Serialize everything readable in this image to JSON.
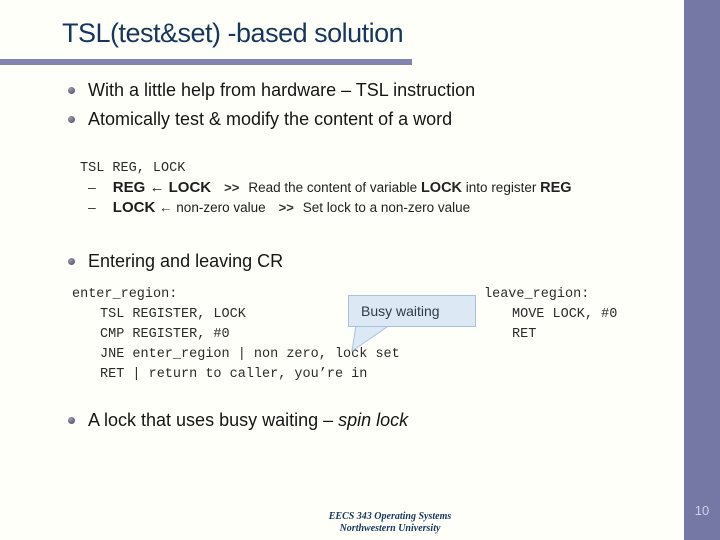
{
  "slide": {
    "title": "TSL(test&set) -based solution",
    "bullets": {
      "b1": "With a little help from hardware – TSL instruction",
      "b2": "Atomically test & modify the content of a word",
      "cr_heading": "Entering and leaving CR",
      "spin_prefix": "A lock that uses busy waiting – ",
      "spin_italic": "spin lock"
    },
    "tsl_block": {
      "instruction": "TSL REG, LOCK",
      "line1": {
        "dash": "–",
        "lhs": "REG ← LOCK",
        "marker": ">>",
        "d1": "Read the content of variable ",
        "d2": "LOCK",
        "d3": " into register ",
        "d4": "REG"
      },
      "line2": {
        "dash": "–",
        "lhs_bold": "LOCK",
        "lhs_rest": " ← non-zero value",
        "marker": ">>",
        "desc": "Set lock to a non-zero value"
      }
    },
    "enter_region": {
      "label": "enter_region:",
      "lines": [
        "TSL REGISTER, LOCK",
        "CMP REGISTER, #0",
        "JNE enter_region | non zero, lock set",
        "RET | return to caller, you’re in"
      ]
    },
    "leave_region": {
      "label": "leave_region:",
      "lines": [
        "MOVE LOCK, #0",
        "RET"
      ]
    },
    "callout": {
      "label": "Busy waiting"
    },
    "footer": {
      "line1": "EECS 343 Operating Systems",
      "line2": "Northwestern University"
    },
    "page_number": "10",
    "colors": {
      "title": "#17365d",
      "accent_bar": "#7578a5",
      "title_rule": "#8184af",
      "callout_fill": "#dce9f5",
      "callout_border": "#a9c2dc",
      "page_number_text": "#ccd2e9"
    }
  }
}
